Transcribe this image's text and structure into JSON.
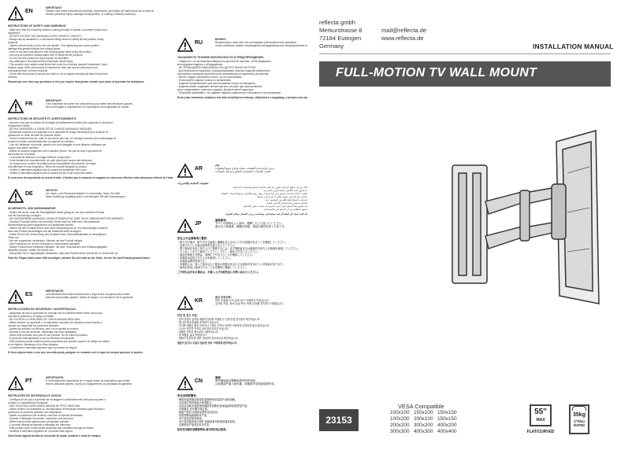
{
  "company": {
    "name": "reflecta gmbh",
    "street": "Merkurstrasse 8",
    "city": "72184 Eutingen",
    "country": "Germany",
    "email": "mail@reflecta.de",
    "web": "www.reflecta.de"
  },
  "manual_label": "INSTALLATION MANUAL",
  "title": "FULL-MOTION TV WALL MOUNT",
  "article_number": "23153",
  "vesa": {
    "label": "VESA Compatible",
    "rows": [
      [
        "100x100",
        "150x100",
        "150x150"
      ],
      [
        "100x200",
        "200x100",
        "150x150"
      ],
      [
        "200x200",
        "300x200",
        "400x200"
      ],
      [
        "300x300",
        "400x300",
        "400x400"
      ]
    ]
  },
  "specs": {
    "size": "55\"",
    "size_sub": "MAX",
    "load": "35kg",
    "load_sub": "(77lbs) RATED",
    "type": "FLAT/CURVED"
  },
  "languages": {
    "en": {
      "code": "EN",
      "head": [
        "IMPORTANT:",
        "Please read these instructions carefully, understand, and follow all instructions as a result in",
        "serious personal injury, damage to equipment, or voiding of factory warranty."
      ],
      "section": "INSTRUCTIONS OF SAFETY AND WARNINGS:",
      "lines": [
        "- Make sure that the mounting surface is strong enough to handle a mounted product and",
        "  equipment.",
        "- DO NOT EXCEED THE MAXIMUM LISTED WEIGHT CAPACITY.",
        "- Always ask an assistant or a mechanical lifting device to safely lift and position heavy",
        "  products.",
        "- Tighten screws firmly, but do not over-tighten. Over-tightening can cause product",
        "  damage that greatly reduces the holding power.",
        "- Keep in use area and allow for free moving space when using the product.",
        "- Use only as intended. Always stand here to follow all the products.",
        "- Do not use this product for any purpose not specified.",
        "- Any attempts to reconstruct this product/part cause injury.",
        "- This product may contain small items that could be a choking hazard if swallowed. Keep",
        "  children away. When the product is intended for their use and all instructions and",
        "  precautions have not been followed.",
        "- Check that the product is secure and safe to use at regular intervals (at least every three",
        "  months)."
      ],
      "footer": "Should you ever have any questions or feel you require help please contact your place of purchase for assistance."
    },
    "fr": {
      "code": "FR",
      "head": [
        "IMPORTANT:",
        "Il est important de suivre les instructions pour éviter des blessures graves,",
        "des dommages à l'équipement ou l'annulation de la garantie de l'usine."
      ],
      "section": "INSTRUCTIONS DE SÉCURITÉ ET AVERTISSEMENTS:",
      "lines": [
        "- Assurez-vous que la surface de montage est suffisamment solide pour supporter le produit et",
        "  l'équipement monté.",
        "- NE PAS DÉPASSER LA CAPACITÉ DE CHARGE MAXIMALE INDIQUÉE.",
        "- Demandez toujours à un assistant ou un dispositif de levage mécanique pour soulever et",
        "  positionner en toute sécurité les produits lourds.",
        "- Serrez fermement les vis, mais ne les serrez pas trop. Un serrage excessif peut endommager le",
        "  produit et réduire considérablement la capacité de maintien.",
        "- Lors de l'utilisation du produit, gardez une zone dégagée et une distance suffisante par",
        "  rapport aux autres meubles.",
        "- Utiliser ce produit uniquement de la manière prévue. Ne pas se tenir à proximité de",
        "  personnes sur le produit.",
        "- Le produit est destiné à un usage intérieur uniquement.",
        "- Toute tentative de reconstruction de cette pièce peut causer des blessures.",
        "- Ce produit peut contenir de petites pièces susceptibles de présenter un risque",
        "  d'étouffement en cas d'ingestion. Tenez les enfants éloignés du produit.",
        "- Vérifiez à intervalles réguliers que le produit est solidement fixé et sûr.",
        "- Vérifiez à intervalles réguliers que le produit est sûr et qu'il peut être utilisé."
      ],
      "footer": "Si vous avez des questions ou besoin d'aide, n'hésitez pas à contacter le magasin où vous avez effectué votre achat pour obtenir de l'aide."
    },
    "de": {
      "code": "DE",
      "head": [
        "WICHTIG:",
        "Um Sach- und Personenschäden zu vermeiden, lesen Sie bitte",
        "diese Anleitung sorgfältig durch und befolgen Sie alle Anweisungen."
      ],
      "section": "SICHERHEITS- UND WARNHINWEISE:",
      "lines": [
        "- Stellen Sie sicher, dass die Montagefläche stabil genug ist, um das montierte Produkt",
        "  und die Ausrüstung zu tragen.",
        "- DIE ANGEGEBENE MAXIMALE GEWICHTSKAPAZITÄT DARF NICHT ÜBERSCHRITTEN WERDEN.",
        "- Schwere Produkte dürfen nur mit einem Helfer oder mit Hilfe einer mechanischen",
        "  Hebevorrichtung sicher angehoben und positioniert werden.",
        "- Ziehen Sie die Schrauben fest, aber nicht übermäßig fest an. Ein übermäßiges Anziehen",
        "  kann das Produkt beschädigen und die Haltekraft stark verringern.",
        "- Halten Sie bei der Verwendung des Produkts einen Sicherheitsabstand zu beweglichen",
        "  Teilen ein.",
        "- Nur wie vorgesehen verwenden. Niemals auf das Produkt steigen.",
        "- Das Produkt ist nur für den Gebrauch in Innenräumen geeignet.",
        "- Dieses Produkt kann Kleinteile enthalten, die beim Verschlucken eine Erstickungsgefahr",
        "  darstellen können. Halten Sie Kinder fern.",
        "- Überprüfen Sie in regelmäßigen Abständen, dass das Produkt sicher und sicher zu verwenden ist."
      ],
      "footer": "Falls Sie Fragen haben oder Hilfe benötigen, wenden Sie sich bitte an die Stelle, bei der Sie das Produkt gekauft haben."
    },
    "es": {
      "code": "ES",
      "head": [
        "IMPORTANTE:",
        "Lea atentamente estas instrucciones y siga todos los pasos para evitar",
        "lesiones personales graves, daños al equipo o la anulación de la garantía."
      ],
      "section": "INSTRUCCIONES DE SEGURIDAD Y ADVERTENCIAS:",
      "lines": [
        "- Asegúrese de que la superficie de montaje sea lo suficientemente fuerte como para",
        "  soportar el producto y el equipo montado.",
        "- NO EXCEDA LA CAPACIDAD DE CARGA MÁXIMA INDICADA.",
        "- Utilice siempre un ayudante o un dispositivo mecánico de elevación para levantar y",
        "  colocar con seguridad los productos pesados.",
        "- Apriete los tornillos con firmeza, pero no los apriete en exceso.",
        "- Durante el uso del producto, mantenga una zona despejada.",
        "- Utilice este producto sólo para el uso previsto. No se suba al producto.",
        "- El producto está destinado a uso en interiores únicamente.",
        "- Este producto puede contener piezas pequeñas que pueden suponer un peligro de asfixia",
        "  si se ingieren. Mantenga a los niños alejados.",
        "- Compruebe a intervalos regulares que el producto es seguro."
      ],
      "footer": "Si tiene alguna duda o cree que necesita ayuda, póngase en contacto con el lugar de compra para que le ayuden."
    },
    "pt": {
      "code": "PT",
      "head": [
        "IMPORTANTE:",
        "É extremamente importante ler e seguir todas as instruções para evitar",
        "lesões pessoais graves, danos ao equipamento ou anulação da garantia."
      ],
      "section": "INSTRUÇÕES DE SEGURANÇA E AVISOS:",
      "lines": [
        "- Certifique-se de que a superfície de montagem é suficientemente forte para suportar o",
        "  produto e o equipamento montados.",
        "- NÃO EXCEDA A CAPACIDADE MÁXIMA DE PESO INDICADA.",
        "- Utilize sempre um assistente ou um dispositivo de elevação mecânica para levantar e",
        "  posicionar os produtos pesados com segurança.",
        "- Aperte os parafusos com firmeza, mas sem os apertar demasiado.",
        "- Durante a utilização do produto, mantenha uma área livre.",
        "- Utilize este produto apenas para a finalidade prevista.",
        "- O produto destina-se apenas a utilização em interiores.",
        "- Este produto pode conter peças pequenas que constituem perigo de asfixia.",
        "- Verifique a intervalos regulares se o produto está seguro."
      ],
      "footer": "Caso tenha alguma dúvida ou necessite de ajuda, contacte o local de compra."
    },
    "ru": {
      "code": "RU",
      "head": [
        "ВАЖНО!",
        "Внимательно прочтите эти инструкции и выполните все указания,",
        "чтобы избежать травм, повреждения оборудования или аннулирования гарантии."
      ],
      "section": "УКАЗАНИЯ ПО ТЕХНИКЕ БЕЗОПАСНОСТИ И ПРЕДУПРЕЖДЕНИЯ:",
      "lines": [
        "- Убедитесь, что монтажная поверхность достаточно прочная, чтобы выдержать",
        "  монтируемое изделие и оборудование.",
        "- НЕ ПРЕВЫШАЙТЕ МАКСИМАЛЬНУЮ ДОПУСТИМУЮ НАГРУЗКУ.",
        "- Для безопасного подъема и позиционирования тяжелых изделий обязательно",
        "  пользуйтесь помощью ассистента или механического подъемного устройства.",
        "- Винты следует затягивать плотно, но не перетягивать.",
        "- Используйте изделие только по назначению.",
        "- Изделие предназначено для использования только в помещении.",
        "- Изделие может содержать мелкие детали, которые при проглатывании",
        "  могут представлять опасность удушья. Держите детей подальше.",
        "- Регулярно проверяйте, что изделие надежно закреплено и безопасно в использовании."
      ],
      "footer": "Если у вас возникнут вопросы или вам потребуется помощь, обратитесь к продавцу, у которого вы приобрели изделие."
    },
    "ar": {
      "code": "AR",
      "head": [
        "هام:",
        "يرجى قراءة هذه التعليمات بعناية واتباع جميع الخطوات",
        "لتجنب الإصابات الشخصية الخطيرة أو تلف المعدات."
      ],
      "section": "تعليمات السلامة والتحذيرات:",
      "lines": [
        "تأكد من أن سطح التركيب قوي بما يكفي لتحمل المنتج والمعدات المركبة.",
        "لا تتجاوز الحد الأقصى لسعة الوزن المدرجة.",
        "اطلب دائماً مساعدة شخص آخر أو استخدم جهاز رفع ميكانيكي لرفع المنتجات الثقيلة.",
        "أحكم ربط البراغي بقوة، ولكن لا تفرط في شدها.",
        "استخدم المنتج فقط للغرض المقصود منه.",
        "المنتج مخصص للاستخدام الداخلي فقط.",
        "قد يحتوي هذا المنتج على أجزاء صغيرة قد تسبب خطر الاختناق.",
        "تحقق بانتظام من أن المنتج آمن للاستخدام."
      ],
      "footer": "إذا كانت لديك أي أسئلة أو كنت بحاجة إلى مساعدة، يرجى الاتصال بمكان الشراء."
    },
    "jp": {
      "code": "JP",
      "head": [
        "重要事項:",
        "すべての説明をよく読み、理解した上で従ってください。",
        "重大な人身事故、機器の損傷、保証の無効を防ぐためです。"
      ],
      "section": "安全上の注意事項と警告:",
      "lines": [
        "・取り付け面が、取り付ける製品と機器を支えるのに十分な強度があることを確認してください。",
        "・記載されている最大耐荷重を超えないでください。",
        "・重い製品を安全に持ち上げて配置するには、必ず補助者または機械式の持ち上げ装置を使用してください。",
        "・ネジはしっかりと締めてください。ただし、締めすぎないでください。",
        "・製品を使用する際は、周囲に十分なスペースを確保してください。",
        "・本製品は目的どおりにのみ使用してください。",
        "・本製品は屋内専用です。",
        "・本製品には、誤って飲み込むと窒息の危険がある小さな部品が含まれている場合があります。",
        "・製品が安全に使用できることを定期的に確認してください。"
      ],
      "footer": "ご不明な点がある場合は、お買い上げの販売店にお問い合わせください。"
    },
    "kr": {
      "code": "KR",
      "head": [
        "중요 주의사항:",
        "모든 지침을 주의 깊게 읽고 이해하고 따르십시오.",
        "심각한 부상, 장비 손상 또는 보증 무효를 방지하기 위함입니다."
      ],
      "section": "안전 및 경고 지침:",
      "lines": [
        "- 장착 표면이 장착된 제품과 장비를 지탱할 수 있을 만큼 견고한지 확인하십시오.",
        "- 명시된 최대 하중을 초과하지 마십시오.",
        "- 무거운 제품은 항상 보조자나 기계식 리프트 장치를 사용하여 안전하게 들어 올리십시오.",
        "- 나사는 단단히 조이되 과도하게 조이지 마십시오.",
        "- 제품은 의도된 용도로만 사용하십시오.",
        "- 본 제품은 실내 전용입니다.",
        "- 제품이 안전하게 사용 가능한지 정기적으로 확인하십시오."
      ],
      "footer": "질문이 있거나 도움이 필요한 경우 구매처에 문의하십시오."
    },
    "cn": {
      "code": "CN",
      "head": [
        "重要:",
        "请仔细阅读并理解和遵守所有说明,",
        "以免造成严重人身伤害、设备损坏或导致保修失效。"
      ],
      "section": "安全说明和警告:",
      "lines": [
        "- 确保安装表面足够坚固,能够承受安装的产品和设备。",
        "- 请勿超过所列的最大承重能力。",
        "- 请务必由助手或使用机械起重设备安全地抬起和放置重型产品。",
        "- 拧紧螺丝,但不要拧得过紧。",
        "- 使用产品时,请保持足够的活动空间。",
        "- 仅按预期用途使用本产品。",
        "- 本产品仅供室内使用。",
        "- 本产品可能含有小部件,如被吞食可能造成窒息危险。",
        "- 定期检查产品是否安全可靠。"
      ],
      "footer": "如有任何疑问或需要帮助,请与购买地点联系。"
    }
  }
}
